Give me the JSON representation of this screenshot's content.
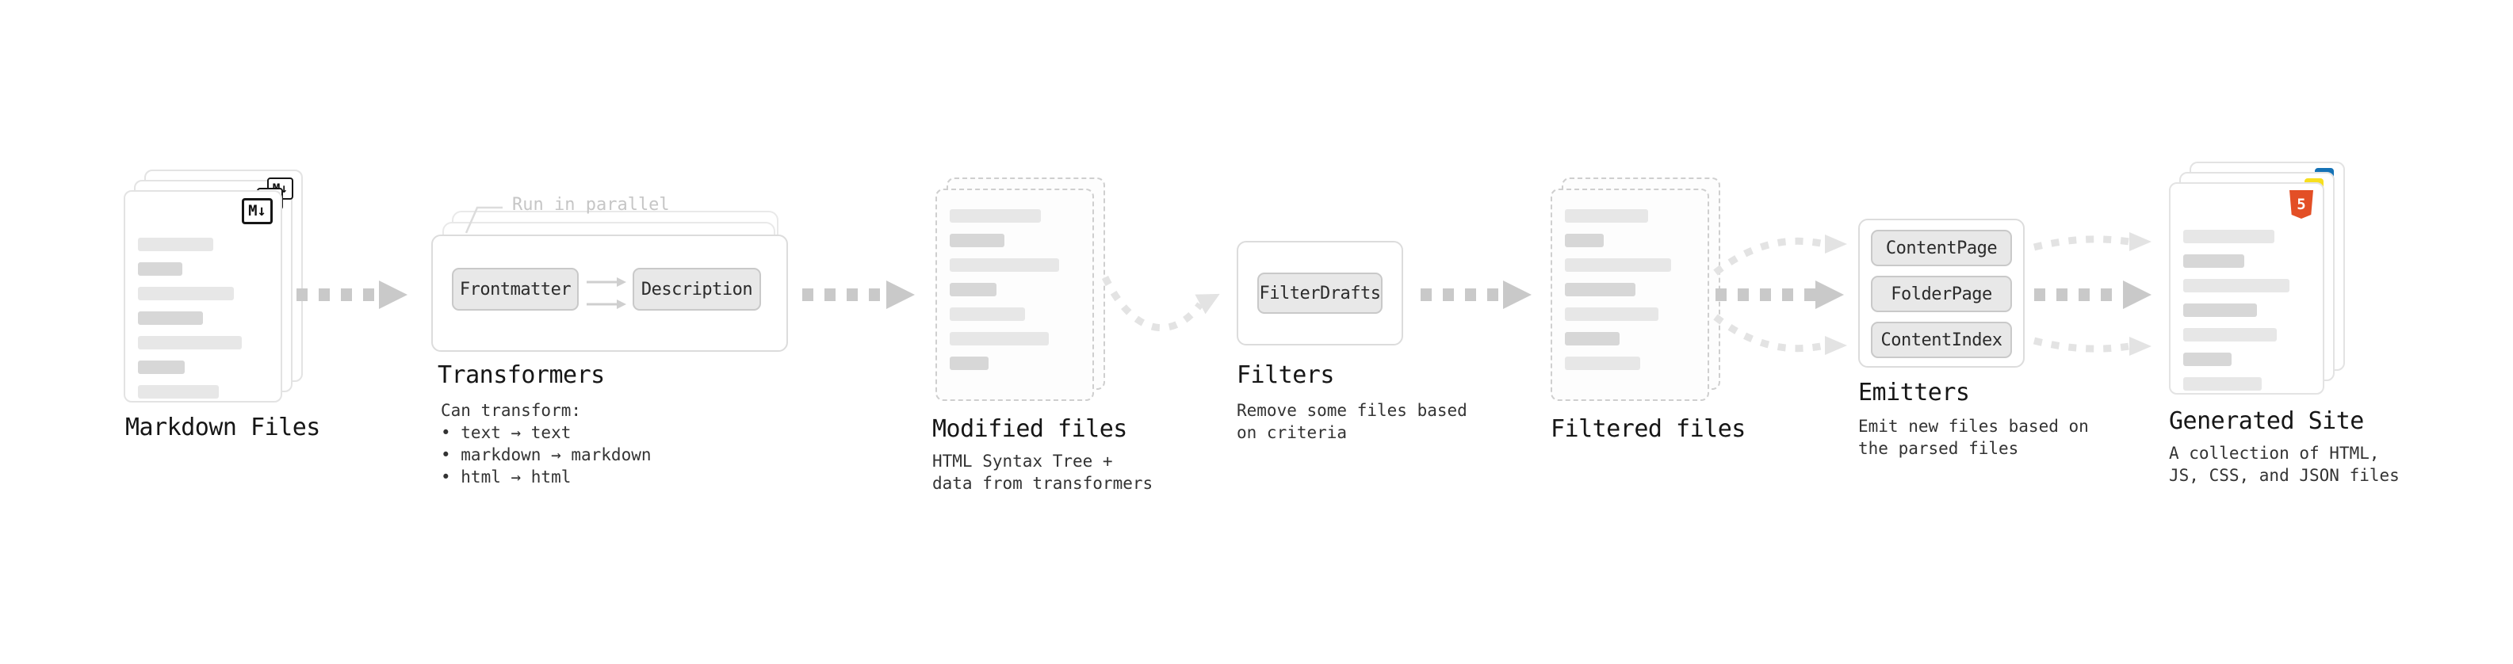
{
  "stages": {
    "markdown_files": {
      "label": "Markdown Files",
      "badge": "M↓"
    },
    "transformers": {
      "label": "Transformers",
      "note": "Run in parallel",
      "node1": "Frontmatter",
      "node2": "Description",
      "desc": [
        "Can transform:",
        "• text → text",
        "• markdown → markdown",
        "• html → html"
      ]
    },
    "modified_files": {
      "label": "Modified files",
      "desc": [
        "HTML Syntax Tree +",
        "data from transformers"
      ]
    },
    "filters": {
      "label": "Filters",
      "node1": "FilterDrafts",
      "desc": [
        "Remove some files based",
        "on criteria"
      ]
    },
    "filtered_files": {
      "label": "Filtered files"
    },
    "emitters": {
      "label": "Emitters",
      "node1": "ContentPage",
      "node2": "FolderPage",
      "node3": "ContentIndex",
      "desc": [
        "Emit new files based on",
        "the parsed files"
      ]
    },
    "generated_site": {
      "label": "Generated Site",
      "badge": "5",
      "desc": [
        "A collection of HTML,",
        "JS, CSS, and JSON files"
      ]
    }
  },
  "colors": {
    "arrow": "#c9c9c9",
    "arrow_light": "#e3e3e3",
    "html5": "#e34f26",
    "js": "#f7df1e",
    "css": "#1572b6"
  }
}
